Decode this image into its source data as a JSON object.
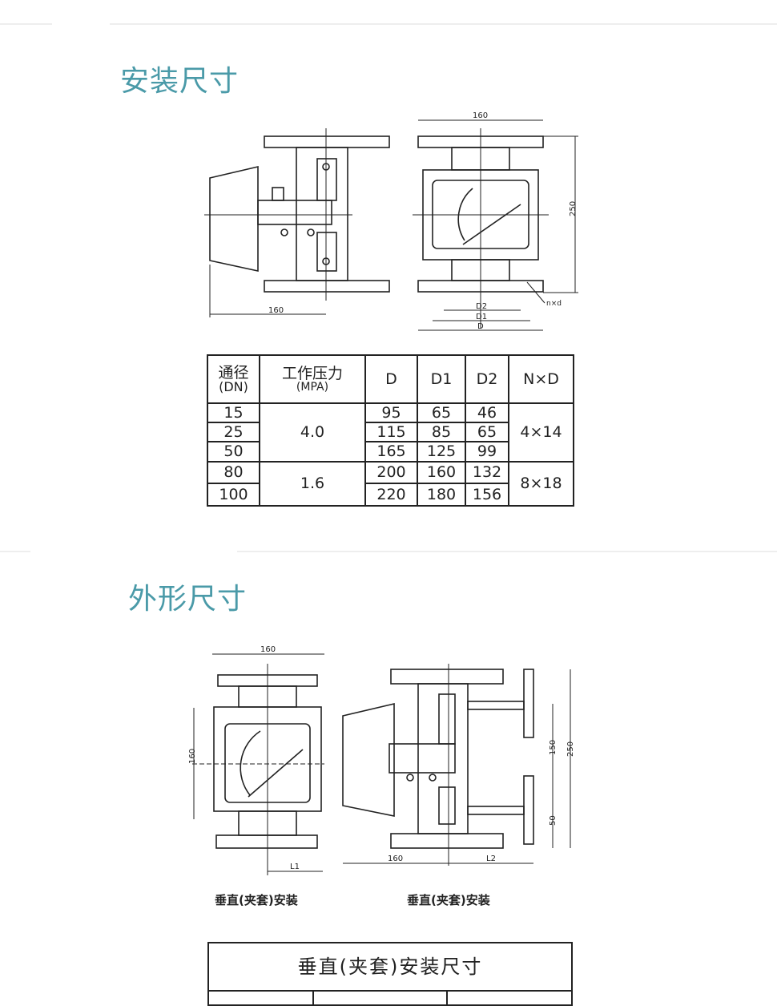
{
  "sections": [
    {
      "title": "安装尺寸"
    },
    {
      "title": "外形尺寸"
    }
  ],
  "drawing1": {
    "side_width": "160",
    "front_width": "160",
    "height": "250",
    "d2": "D2",
    "d1": "D1",
    "d": "D",
    "holes": "n×d"
  },
  "drawing2": {
    "front_width": "160",
    "front_height": "160",
    "l1": "L1",
    "side_width": "160",
    "l2": "L2",
    "h150": "150",
    "h250": "250",
    "h50": "50",
    "caption_left": "垂直(夹套)安装",
    "caption_right": "垂直(夹套)安装"
  },
  "spec_table": {
    "headers": {
      "dn_1": "通径",
      "dn_2": "(DN)",
      "mpa_1": "工作压力",
      "mpa_2": "(MPA)",
      "d": "D",
      "d1": "D1",
      "d2": "D2",
      "nd": "N×D"
    },
    "rows": [
      {
        "dn": "15",
        "d": "95",
        "d1": "65",
        "d2": "46"
      },
      {
        "dn": "25",
        "d": "115",
        "d1": "85",
        "d2": "65"
      },
      {
        "dn": "50",
        "d": "165",
        "d1": "125",
        "d2": "99"
      },
      {
        "dn": "80",
        "d": "200",
        "d1": "160",
        "d2": "132"
      },
      {
        "dn": "100",
        "d": "220",
        "d1": "180",
        "d2": "156"
      }
    ],
    "pressure": [
      "4.0",
      "1.6"
    ],
    "nd": [
      "4×14",
      "8×18"
    ]
  },
  "bottom_table": {
    "title": "垂直(夹套)安装尺寸"
  }
}
